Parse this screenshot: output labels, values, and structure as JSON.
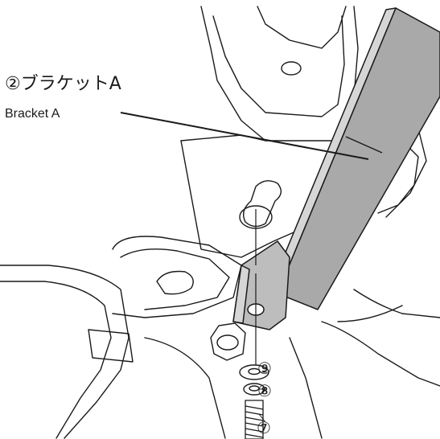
{
  "labels": {
    "bracket_jp": "②ブラケットA",
    "bracket_en": "Bracket A",
    "part_9": "⑨",
    "part_8": "⑧",
    "part_7": "⑦"
  },
  "colors": {
    "line": "#1a1a1a",
    "bracket_fill": "#a9a9a9",
    "bracket_face": "#bdbdbd",
    "background": "#ffffff"
  }
}
